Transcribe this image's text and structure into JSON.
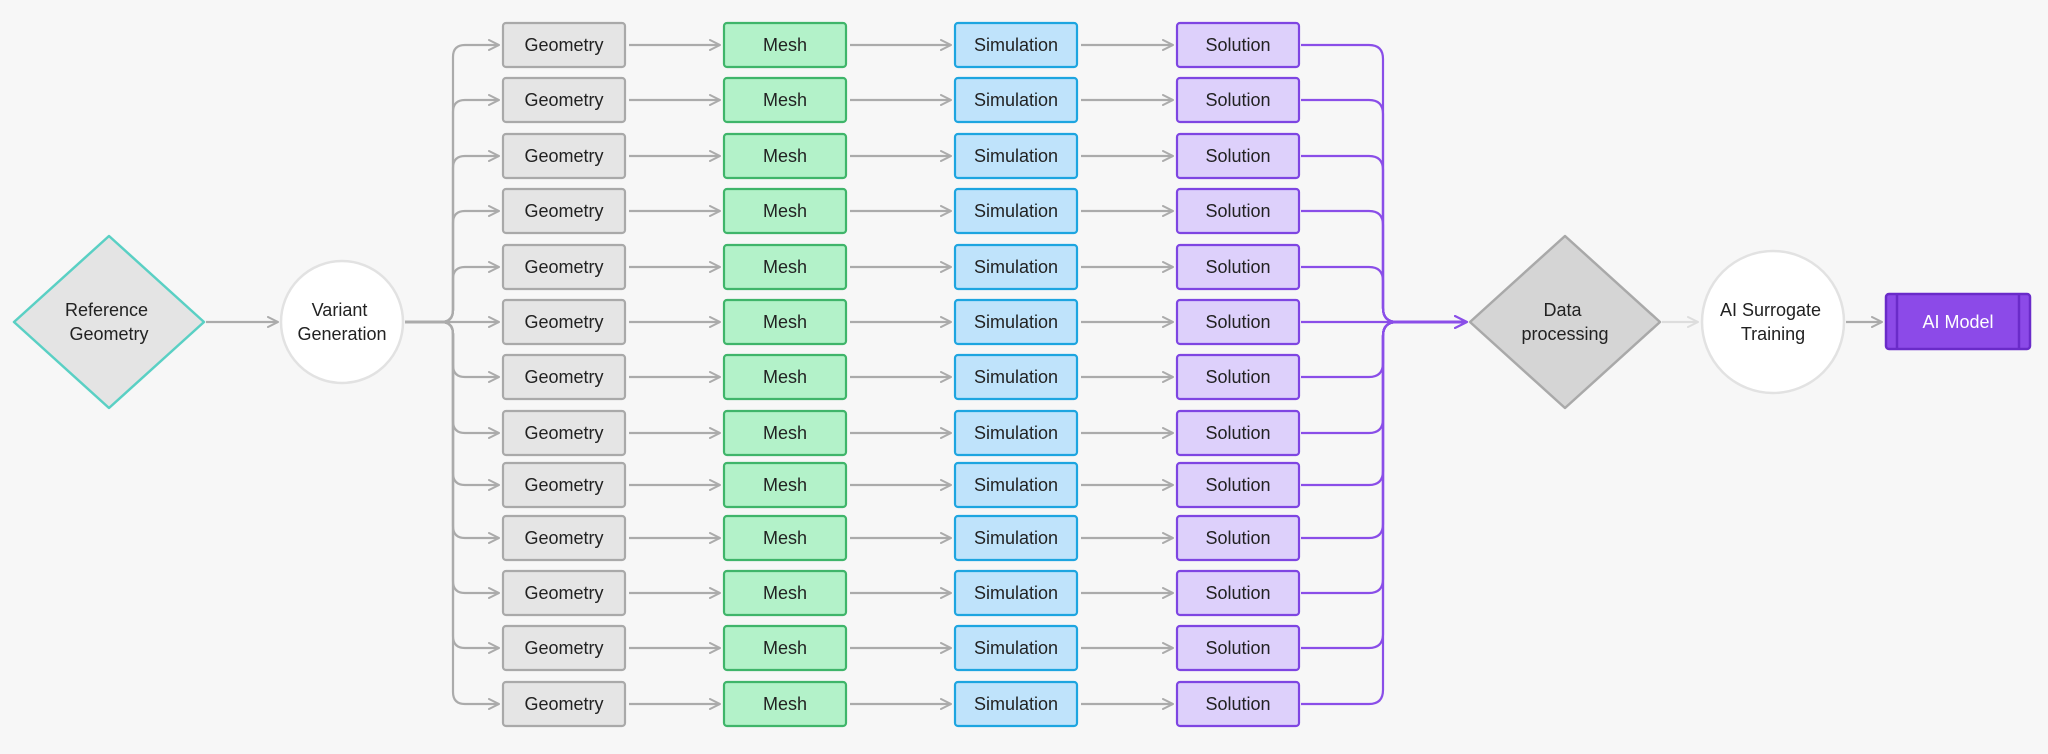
{
  "nodes": {
    "reference": [
      "Reference",
      "Geometry"
    ],
    "variant": [
      "Variant",
      "Generation"
    ],
    "data": [
      "Data",
      "processing"
    ],
    "training": [
      "AI Surrogate",
      "Training"
    ],
    "model": "AI Model"
  },
  "row_count": 13,
  "stages": [
    {
      "key": "geometry",
      "label": "Geometry",
      "fill": "#e5e5e5",
      "stroke": "#a9a9a9"
    },
    {
      "key": "mesh",
      "label": "Mesh",
      "fill": "#b3f2c9",
      "stroke": "#3fb56a"
    },
    {
      "key": "simulation",
      "label": "Simulation",
      "fill": "#bfe3fb",
      "stroke": "#1da5e0"
    },
    {
      "key": "solution",
      "label": "Solution",
      "fill": "#ddd0fb",
      "stroke": "#7e45e2"
    }
  ],
  "colors": {
    "connector_gray": "#ababab",
    "connector_purple": "#8a4ee8",
    "reference_stroke": "#5ad0c4",
    "model_fill": "#8c4ae8",
    "model_stroke": "#6a2bc9"
  }
}
